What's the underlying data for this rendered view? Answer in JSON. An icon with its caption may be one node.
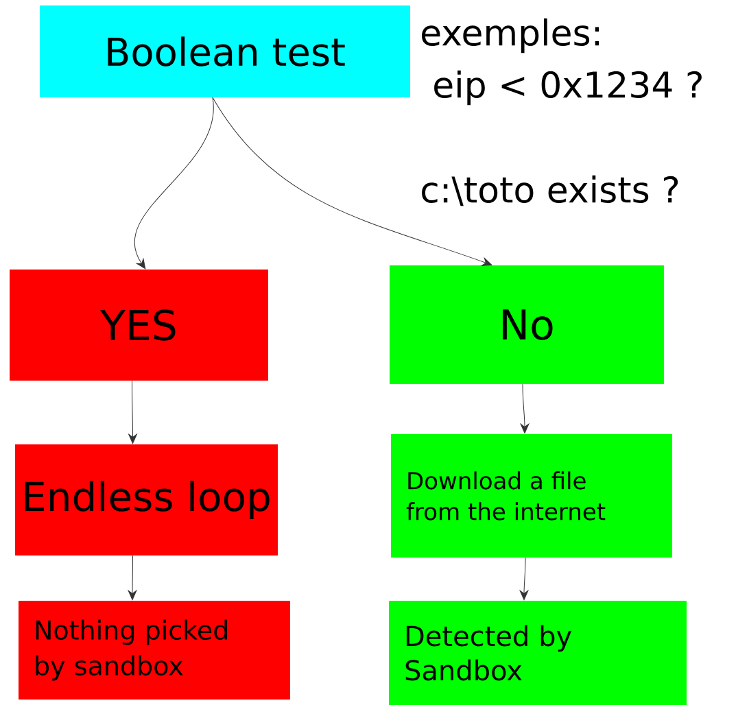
{
  "diagram": {
    "nodes": [
      {
        "text": [
          "Boolean test"
        ]
      },
      {
        "text": [
          "YES"
        ]
      },
      {
        "text": [
          "No"
        ]
      },
      {
        "text": [
          "Endless loop"
        ]
      },
      {
        "text": [
          "Download a file from the internet"
        ]
      },
      {
        "text": [
          "Nothing picked by sandbox"
        ]
      },
      {
        "text": [
          "Detected by Sandbox"
        ]
      }
    ],
    "edges": [
      {
        "from": 0,
        "to": 1,
        "arrow": "to"
      },
      {
        "from": 0,
        "to": 2,
        "arrow": "to"
      },
      {
        "from": 1,
        "to": 3,
        "arrow": "to"
      },
      {
        "from": 3,
        "to": 5,
        "arrow": "to"
      },
      {
        "from": 2,
        "to": 4,
        "arrow": "to"
      },
      {
        "from": 4,
        "to": 6,
        "arrow": "to"
      }
    ],
    "labels": [
      "exemples:",
      "eip < 0x1234 ?",
      "c:\\toto exists ?"
    ]
  }
}
